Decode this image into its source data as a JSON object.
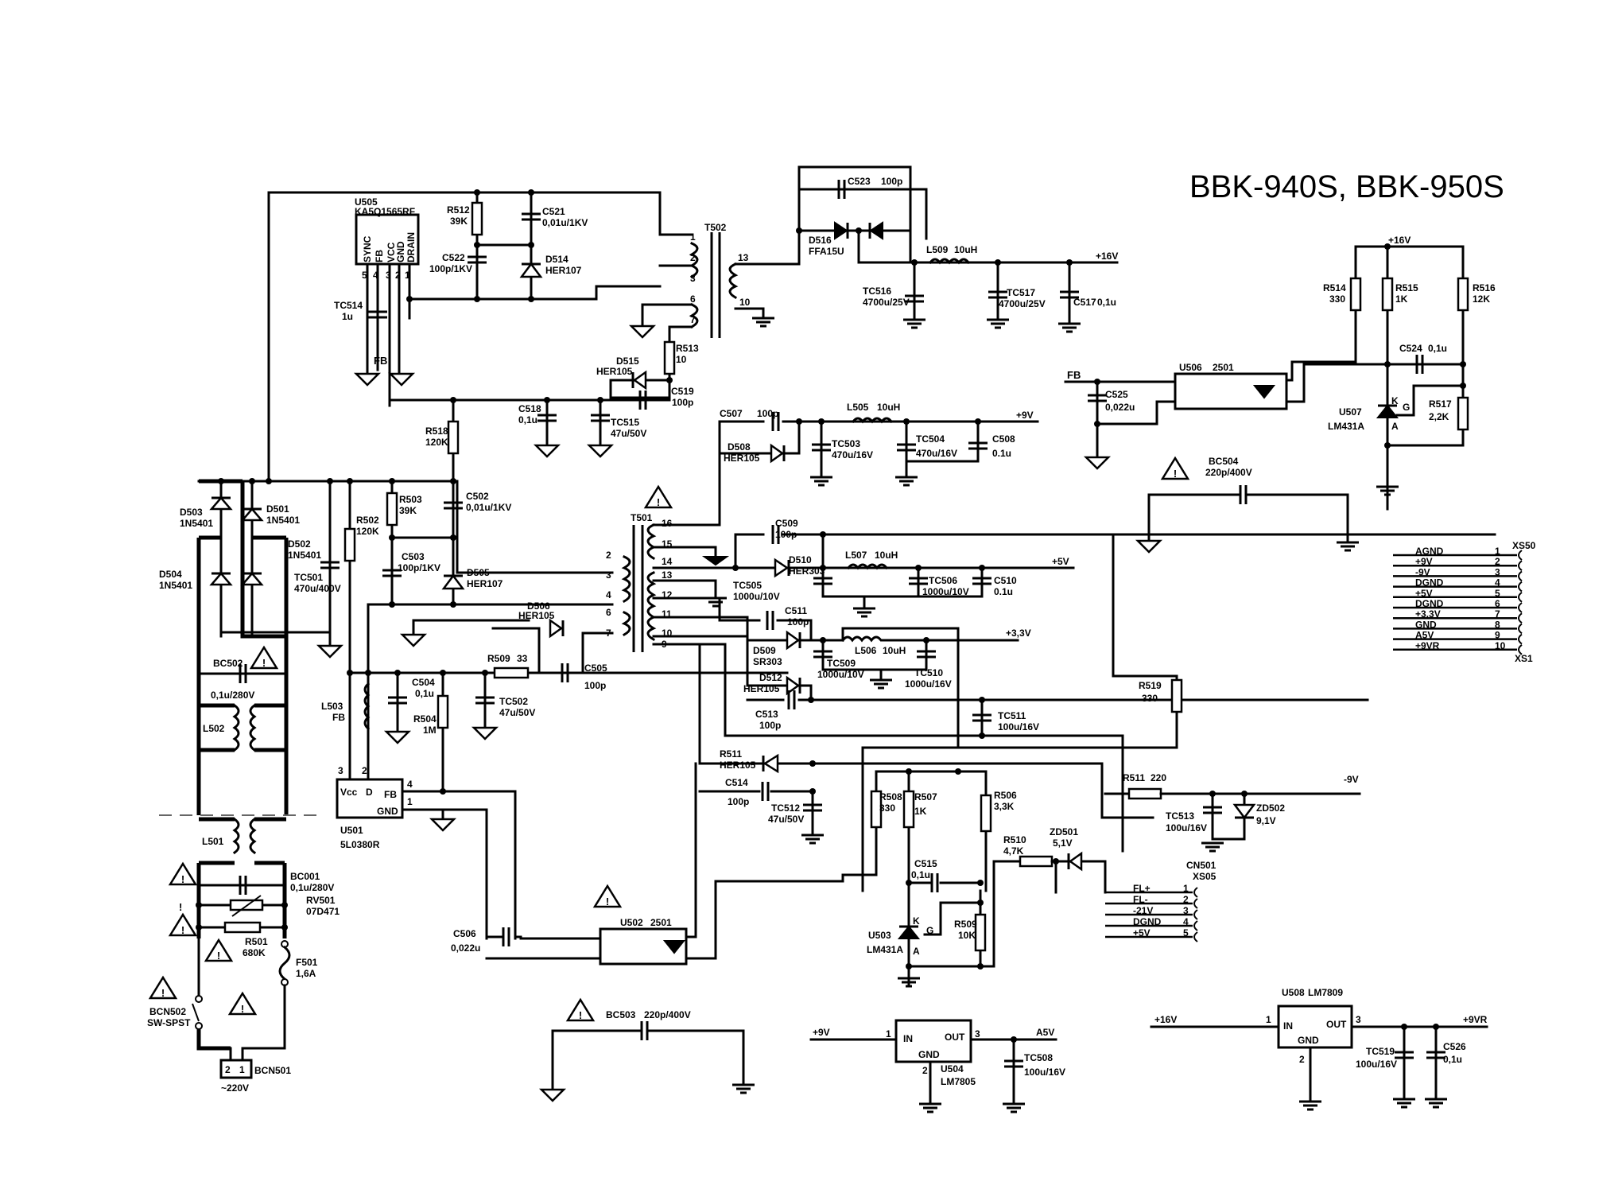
{
  "title": "BBK-940S, BBK-950S",
  "components": {
    "U505": {
      "ref": "U505",
      "part": "KA5Q1565RF",
      "pins": [
        "SYNC",
        "FB",
        "VCC",
        "GND",
        "DRAIN"
      ],
      "pin_numbers": [
        "5",
        "4",
        "3",
        "2",
        "1"
      ]
    },
    "R512": {
      "ref": "R512",
      "value": "39K"
    },
    "C521": {
      "ref": "C521",
      "value": "0,01u/1KV"
    },
    "C522": {
      "ref": "C522",
      "value": "100p/1KV"
    },
    "D514": {
      "ref": "D514",
      "value": "HER107"
    },
    "TC514": {
      "ref": "TC514",
      "value": "1u"
    },
    "T502": {
      "ref": "T502",
      "pins": [
        "1",
        "2",
        "3",
        "6",
        "7",
        "13",
        "10"
      ]
    },
    "C523": {
      "ref": "C523",
      "value": "100p"
    },
    "D516": {
      "ref": "D516",
      "value": "FFA15U"
    },
    "L509": {
      "ref": "L509",
      "value": "10uH"
    },
    "TC516": {
      "ref": "TC516",
      "value": "4700u/25V"
    },
    "TC517": {
      "ref": "TC517",
      "value": "4700u/25V"
    },
    "C517": {
      "ref": "C517",
      "value": "0,1u"
    },
    "R513": {
      "ref": "R513",
      "value": "10"
    },
    "D515": {
      "ref": "D515",
      "value": "HER105"
    },
    "C519": {
      "ref": "C519",
      "value": "100p"
    },
    "C518": {
      "ref": "C518",
      "value": "0,1u"
    },
    "TC515": {
      "ref": "TC515",
      "value": "47u/50V"
    },
    "R518": {
      "ref": "R518",
      "value": "120K"
    },
    "C507": {
      "ref": "C507",
      "value": "100p"
    },
    "D508": {
      "ref": "D508",
      "value": "HER105"
    },
    "L505": {
      "ref": "L505",
      "value": "10uH"
    },
    "TC503": {
      "ref": "TC503",
      "value": "470u/16V"
    },
    "TC504": {
      "ref": "TC504",
      "value": "470u/16V"
    },
    "C508": {
      "ref": "C508",
      "value": "0.1u"
    },
    "R514": {
      "ref": "R514",
      "value": "330"
    },
    "R515": {
      "ref": "R515",
      "value": "1K"
    },
    "R516": {
      "ref": "R516",
      "value": "12K"
    },
    "C524": {
      "ref": "C524",
      "value": "0,1u"
    },
    "R517": {
      "ref": "R517",
      "value": "2,2K"
    },
    "U507": {
      "ref": "U507",
      "part": "LM431A",
      "pins": [
        "K",
        "G",
        "A"
      ]
    },
    "U506": {
      "ref": "U506",
      "part": "2501"
    },
    "C525": {
      "ref": "C525",
      "value": "0,022u"
    },
    "BC504": {
      "ref": "BC504",
      "value": "220p/400V"
    },
    "D503": {
      "ref": "D503",
      "value": "1N5401"
    },
    "D501": {
      "ref": "D501",
      "value": "1N5401"
    },
    "D502": {
      "ref": "D502",
      "value": "1N5401"
    },
    "D504": {
      "ref": "D504",
      "value": "1N5401"
    },
    "TC501": {
      "ref": "TC501",
      "value": "470u/400V"
    },
    "R502": {
      "ref": "R502",
      "value": "120K"
    },
    "R503": {
      "ref": "R503",
      "value": "39K"
    },
    "C502": {
      "ref": "C502",
      "value": "0,01u/1KV"
    },
    "C503": {
      "ref": "C503",
      "value": "100p/1KV"
    },
    "D505": {
      "ref": "D505",
      "value": "HER107"
    },
    "D506": {
      "ref": "D506",
      "value": "HER105"
    },
    "T501": {
      "ref": "T501",
      "pins": [
        "2",
        "3",
        "4",
        "6",
        "7",
        "16",
        "15",
        "14",
        "13",
        "12",
        "11",
        "10",
        "9"
      ]
    },
    "C509": {
      "ref": "C509",
      "value": "100p"
    },
    "D510": {
      "ref": "D510",
      "value": "HER303"
    },
    "L507": {
      "ref": "L507",
      "value": "10uH"
    },
    "TC505": {
      "ref": "TC505",
      "value": "1000u/10V"
    },
    "TC506": {
      "ref": "TC506",
      "value": "1000u/10V"
    },
    "C510": {
      "ref": "C510",
      "value": "0.1u"
    },
    "C511": {
      "ref": "C511",
      "value": "100p"
    },
    "D509": {
      "ref": "D509",
      "value": "SR303"
    },
    "L506": {
      "ref": "L506",
      "value": "10uH"
    },
    "TC509": {
      "ref": "TC509",
      "value": "1000u/10V"
    },
    "TC510": {
      "ref": "TC510",
      "value": "1000u/16V"
    },
    "D512": {
      "ref": "D512",
      "value": "HER105"
    },
    "C513": {
      "ref": "C513",
      "value": "100p"
    },
    "TC511": {
      "ref": "TC511",
      "value": "100u/16V"
    },
    "R519": {
      "ref": "R519",
      "value": "330"
    },
    "BC502": {
      "ref": "BC502",
      "value": "0,1u/280V"
    },
    "L502": {
      "ref": "L502"
    },
    "L503": {
      "ref": "L503",
      "value": "FB"
    },
    "C504": {
      "ref": "C504",
      "value": "0,1u"
    },
    "R504": {
      "ref": "R504",
      "value": "1M"
    },
    "R509a": {
      "ref": "R509",
      "value": "33"
    },
    "TC502": {
      "ref": "TC502",
      "value": "47u/50V"
    },
    "C505": {
      "ref": "C505",
      "value": "100p"
    },
    "U501": {
      "ref": "U501",
      "part": "5L0380R",
      "pins": [
        "Vcc",
        "D",
        "FB",
        "GND"
      ],
      "pin_numbers": [
        "3",
        "2",
        "4",
        "1"
      ]
    },
    "R511a": {
      "ref": "R511",
      "value": "HER105"
    },
    "C514": {
      "ref": "C514",
      "value": "100p"
    },
    "TC512": {
      "ref": "TC512",
      "value": "47u/50V"
    },
    "R508": {
      "ref": "R508",
      "value": "330"
    },
    "R507": {
      "ref": "R507",
      "value": "1K"
    },
    "R506": {
      "ref": "R506",
      "value": "3,3K"
    },
    "R511b": {
      "ref": "R511",
      "value": "220"
    },
    "TC513": {
      "ref": "TC513",
      "value": "100u/16V"
    },
    "ZD502": {
      "ref": "ZD502",
      "value": "9,1V"
    },
    "R510": {
      "ref": "R510",
      "value": "4,7K"
    },
    "ZD501": {
      "ref": "ZD501",
      "value": "5,1V"
    },
    "C515": {
      "ref": "C515",
      "value": "0,1u"
    },
    "R509b": {
      "ref": "R509",
      "value": "10K"
    },
    "U503": {
      "ref": "U503",
      "part": "LM431A",
      "pins": [
        "K",
        "G",
        "A"
      ]
    },
    "L501": {
      "ref": "L501"
    },
    "BC001": {
      "ref": "BC001",
      "value": "0,1u/280V"
    },
    "RV501": {
      "ref": "RV501",
      "value": "07D471"
    },
    "R501": {
      "ref": "R501",
      "value": "680K"
    },
    "F501": {
      "ref": "F501",
      "value": "1,6A"
    },
    "BCN502": {
      "ref": "BCN502",
      "value": "SW-SPST"
    },
    "BCN501": {
      "ref": "BCN501",
      "value": "~220V",
      "pins": [
        "2",
        "1"
      ]
    },
    "C506": {
      "ref": "C506",
      "value": "0,022u"
    },
    "U502": {
      "ref": "U502",
      "part": "2501"
    },
    "BC503": {
      "ref": "BC503",
      "value": "220p/400V"
    },
    "U504": {
      "ref": "U504",
      "part": "LM7805",
      "pins": [
        "IN",
        "GND",
        "OUT"
      ],
      "pin_numbers": [
        "1",
        "2",
        "3"
      ]
    },
    "TC508": {
      "ref": "TC508",
      "value": "100u/16V"
    },
    "U508": {
      "ref": "U508",
      "part": "LM7809",
      "pins": [
        "IN",
        "GND",
        "OUT"
      ],
      "pin_numbers": [
        "1",
        "2",
        "3"
      ]
    },
    "TC519": {
      "ref": "TC519",
      "value": "100u/16V"
    },
    "C526": {
      "ref": "C526",
      "value": "0,1u"
    }
  },
  "nets": {
    "p16v": "+16V",
    "p9v": "+9V",
    "p5v": "+5V",
    "p33v": "+3,3V",
    "m9v": "-9V",
    "a5v": "A5V",
    "p9vr": "+9VR",
    "fb": "FB"
  },
  "connectors": {
    "XS50": {
      "ref_top": "XS50",
      "ref_bottom": "XS1",
      "pins": [
        {
          "num": "1",
          "label": "AGND"
        },
        {
          "num": "2",
          "label": "+9V"
        },
        {
          "num": "3",
          "label": "-9V"
        },
        {
          "num": "4",
          "label": "DGND"
        },
        {
          "num": "5",
          "label": "+5V"
        },
        {
          "num": "6",
          "label": "DGND"
        },
        {
          "num": "7",
          "label": "+3,3V"
        },
        {
          "num": "8",
          "label": "GND"
        },
        {
          "num": "9",
          "label": "A5V"
        },
        {
          "num": "10",
          "label": "+9VR"
        }
      ]
    },
    "CN501": {
      "ref": "CN501",
      "alt": "XS05",
      "pins": [
        {
          "num": "1",
          "label": "FL+"
        },
        {
          "num": "2",
          "label": "FL-"
        },
        {
          "num": "3",
          "label": "-21V"
        },
        {
          "num": "4",
          "label": "DGND"
        },
        {
          "num": "5",
          "label": "+5V"
        }
      ]
    }
  },
  "warning_symbol": "!"
}
